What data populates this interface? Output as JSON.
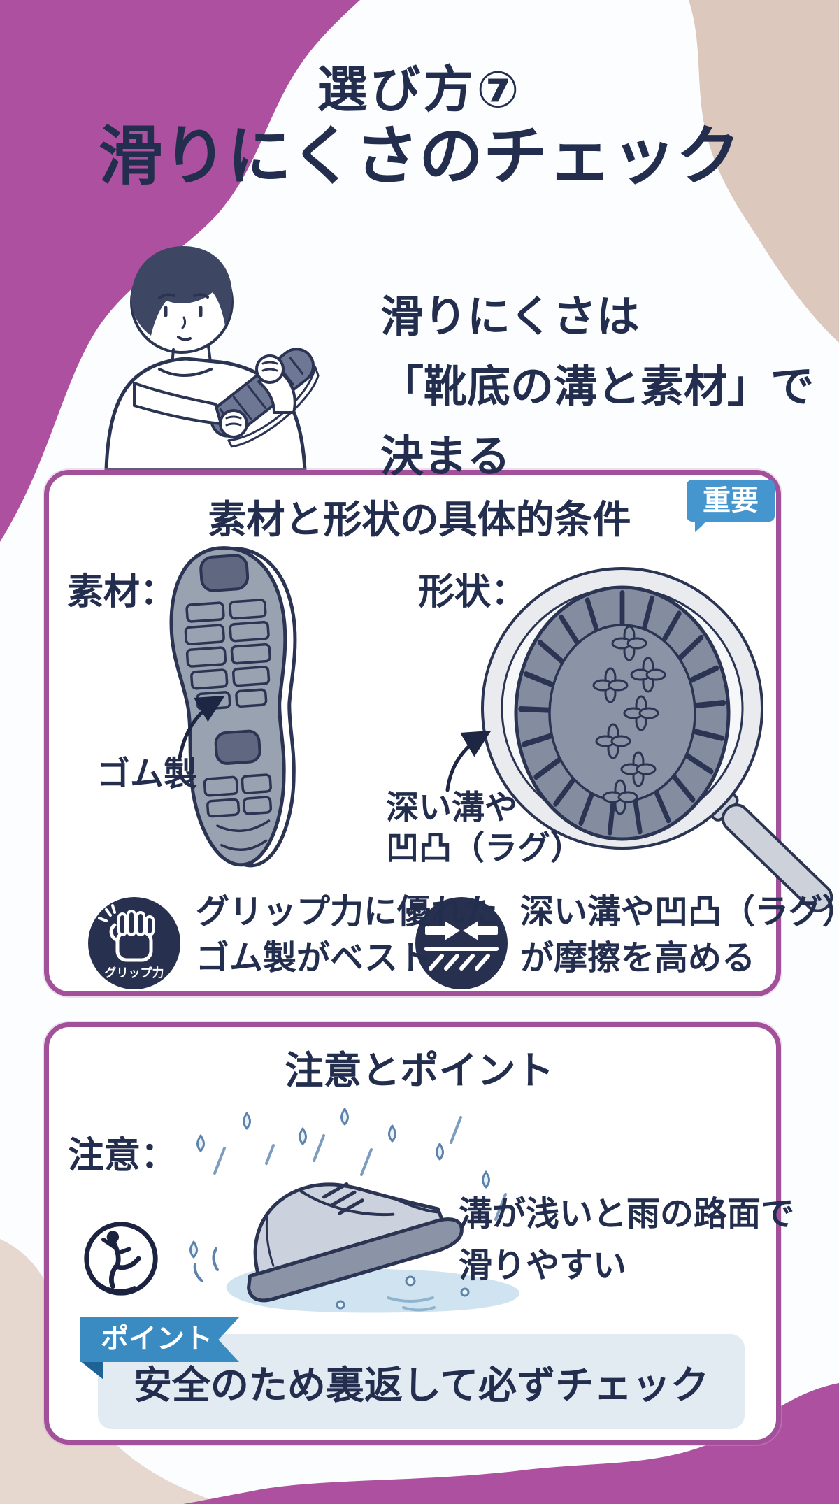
{
  "header": {
    "title_small": "選び方⑦",
    "title_main": "滑りにくさのチェック"
  },
  "intro": {
    "line1": "滑りにくさは",
    "line2": "「靴底の溝と素材」で",
    "line3": "決まる"
  },
  "section1": {
    "heading": "素材と形状の具体的条件",
    "material_label": "素材：",
    "material_note": "ゴム製",
    "shape_label": "形状：",
    "important_badge": "重要",
    "shape_note_line1": "深い溝や",
    "shape_note_line2": "凹凸（ラグ）",
    "grip_icon_label": "グリップ力",
    "point1_line1": "グリップ力に優れた",
    "point1_line2": "ゴム製がベスト",
    "point2_line1": "深い溝や凹凸（ラグ）",
    "point2_line2": "が摩擦を高める"
  },
  "section2": {
    "heading": "注意とポイント",
    "caution_label": "注意：",
    "caution_line1": "溝が浅いと雨の路面で",
    "caution_line2": "滑りやすい",
    "point_badge": "ポイント",
    "point_text": "安全のため裏返して必ずチェック"
  },
  "icons": {
    "grip": "grip-hand-icon",
    "friction": "friction-arrows-icon",
    "slip": "slip-warning-icon",
    "magnifier": "magnifier-icon"
  },
  "colors": {
    "text_navy": "#232e4e",
    "panel_border_purple": "#a3509b",
    "blob_purple": "#ad50a0",
    "blob_beige_top": "#dcc8bc",
    "blob_beige_bottom": "#e7d8cf",
    "badge_blue": "#4596cf",
    "banner_blue": "#3a8bc2",
    "banner_fold_blue": "#1e6396",
    "point_box_blue": "#e2ebf2",
    "icon_navy": "#27314f"
  }
}
